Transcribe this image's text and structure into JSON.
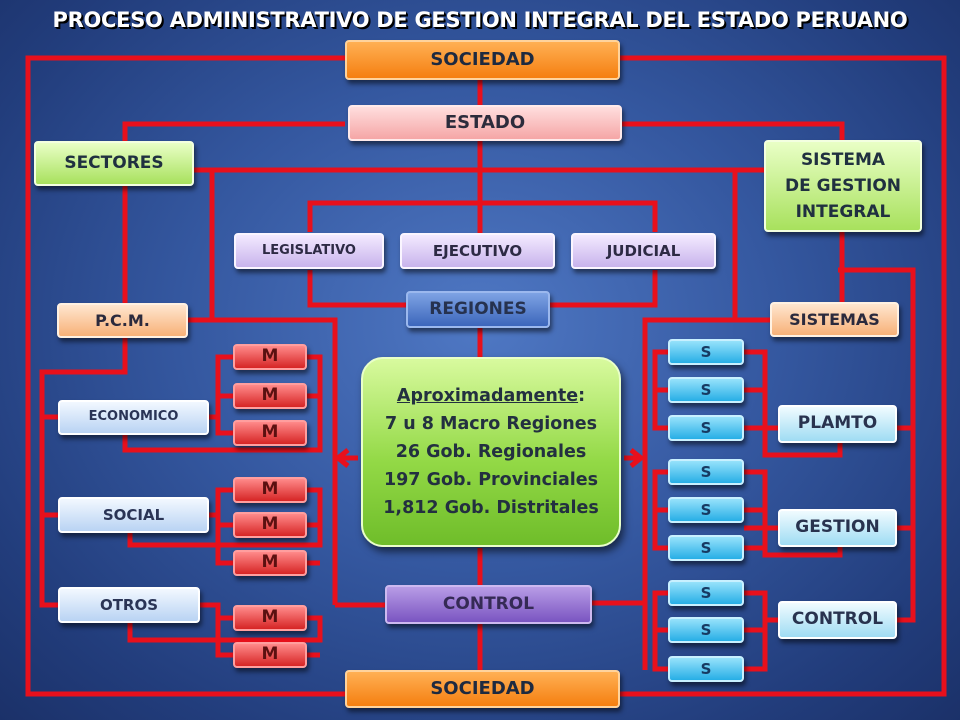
{
  "title": "PROCESO ADMINISTRATIVO DE GESTION INTEGRAL DEL ESTADO PERUANO",
  "top": {
    "sociedad": "SOCIEDAD",
    "estado": "ESTADO"
  },
  "bottom": {
    "sociedad": "SOCIEDAD"
  },
  "left": {
    "sectores": "SECTORES",
    "pcm": "P.C.M.",
    "groups": [
      "ECONOMICO",
      "SOCIAL",
      "OTROS"
    ],
    "m_label": "M"
  },
  "right": {
    "sistema_lines": [
      "SISTEMA",
      "DE GESTION",
      "INTEGRAL"
    ],
    "sistemas": "SISTEMAS",
    "groups": [
      "PLAMTO",
      "GESTION",
      "CONTROL"
    ],
    "s_label": "S"
  },
  "powers": {
    "legislativo": "LEGISLATIVO",
    "ejecutivo": "EJECUTIVO",
    "judicial": "JUDICIAL"
  },
  "regiones": "REGIONES",
  "control": "CONTROL",
  "center": {
    "heading": "Aproximadamente",
    "heading_suffix": ":",
    "lines": [
      "7 u 8 Macro Regiones",
      "26 Gob. Regionales",
      "197 Gob. Provinciales",
      "1,812 Gob. Distritales"
    ]
  },
  "colors": {
    "line": "#e8101c",
    "background": "#34579f"
  }
}
